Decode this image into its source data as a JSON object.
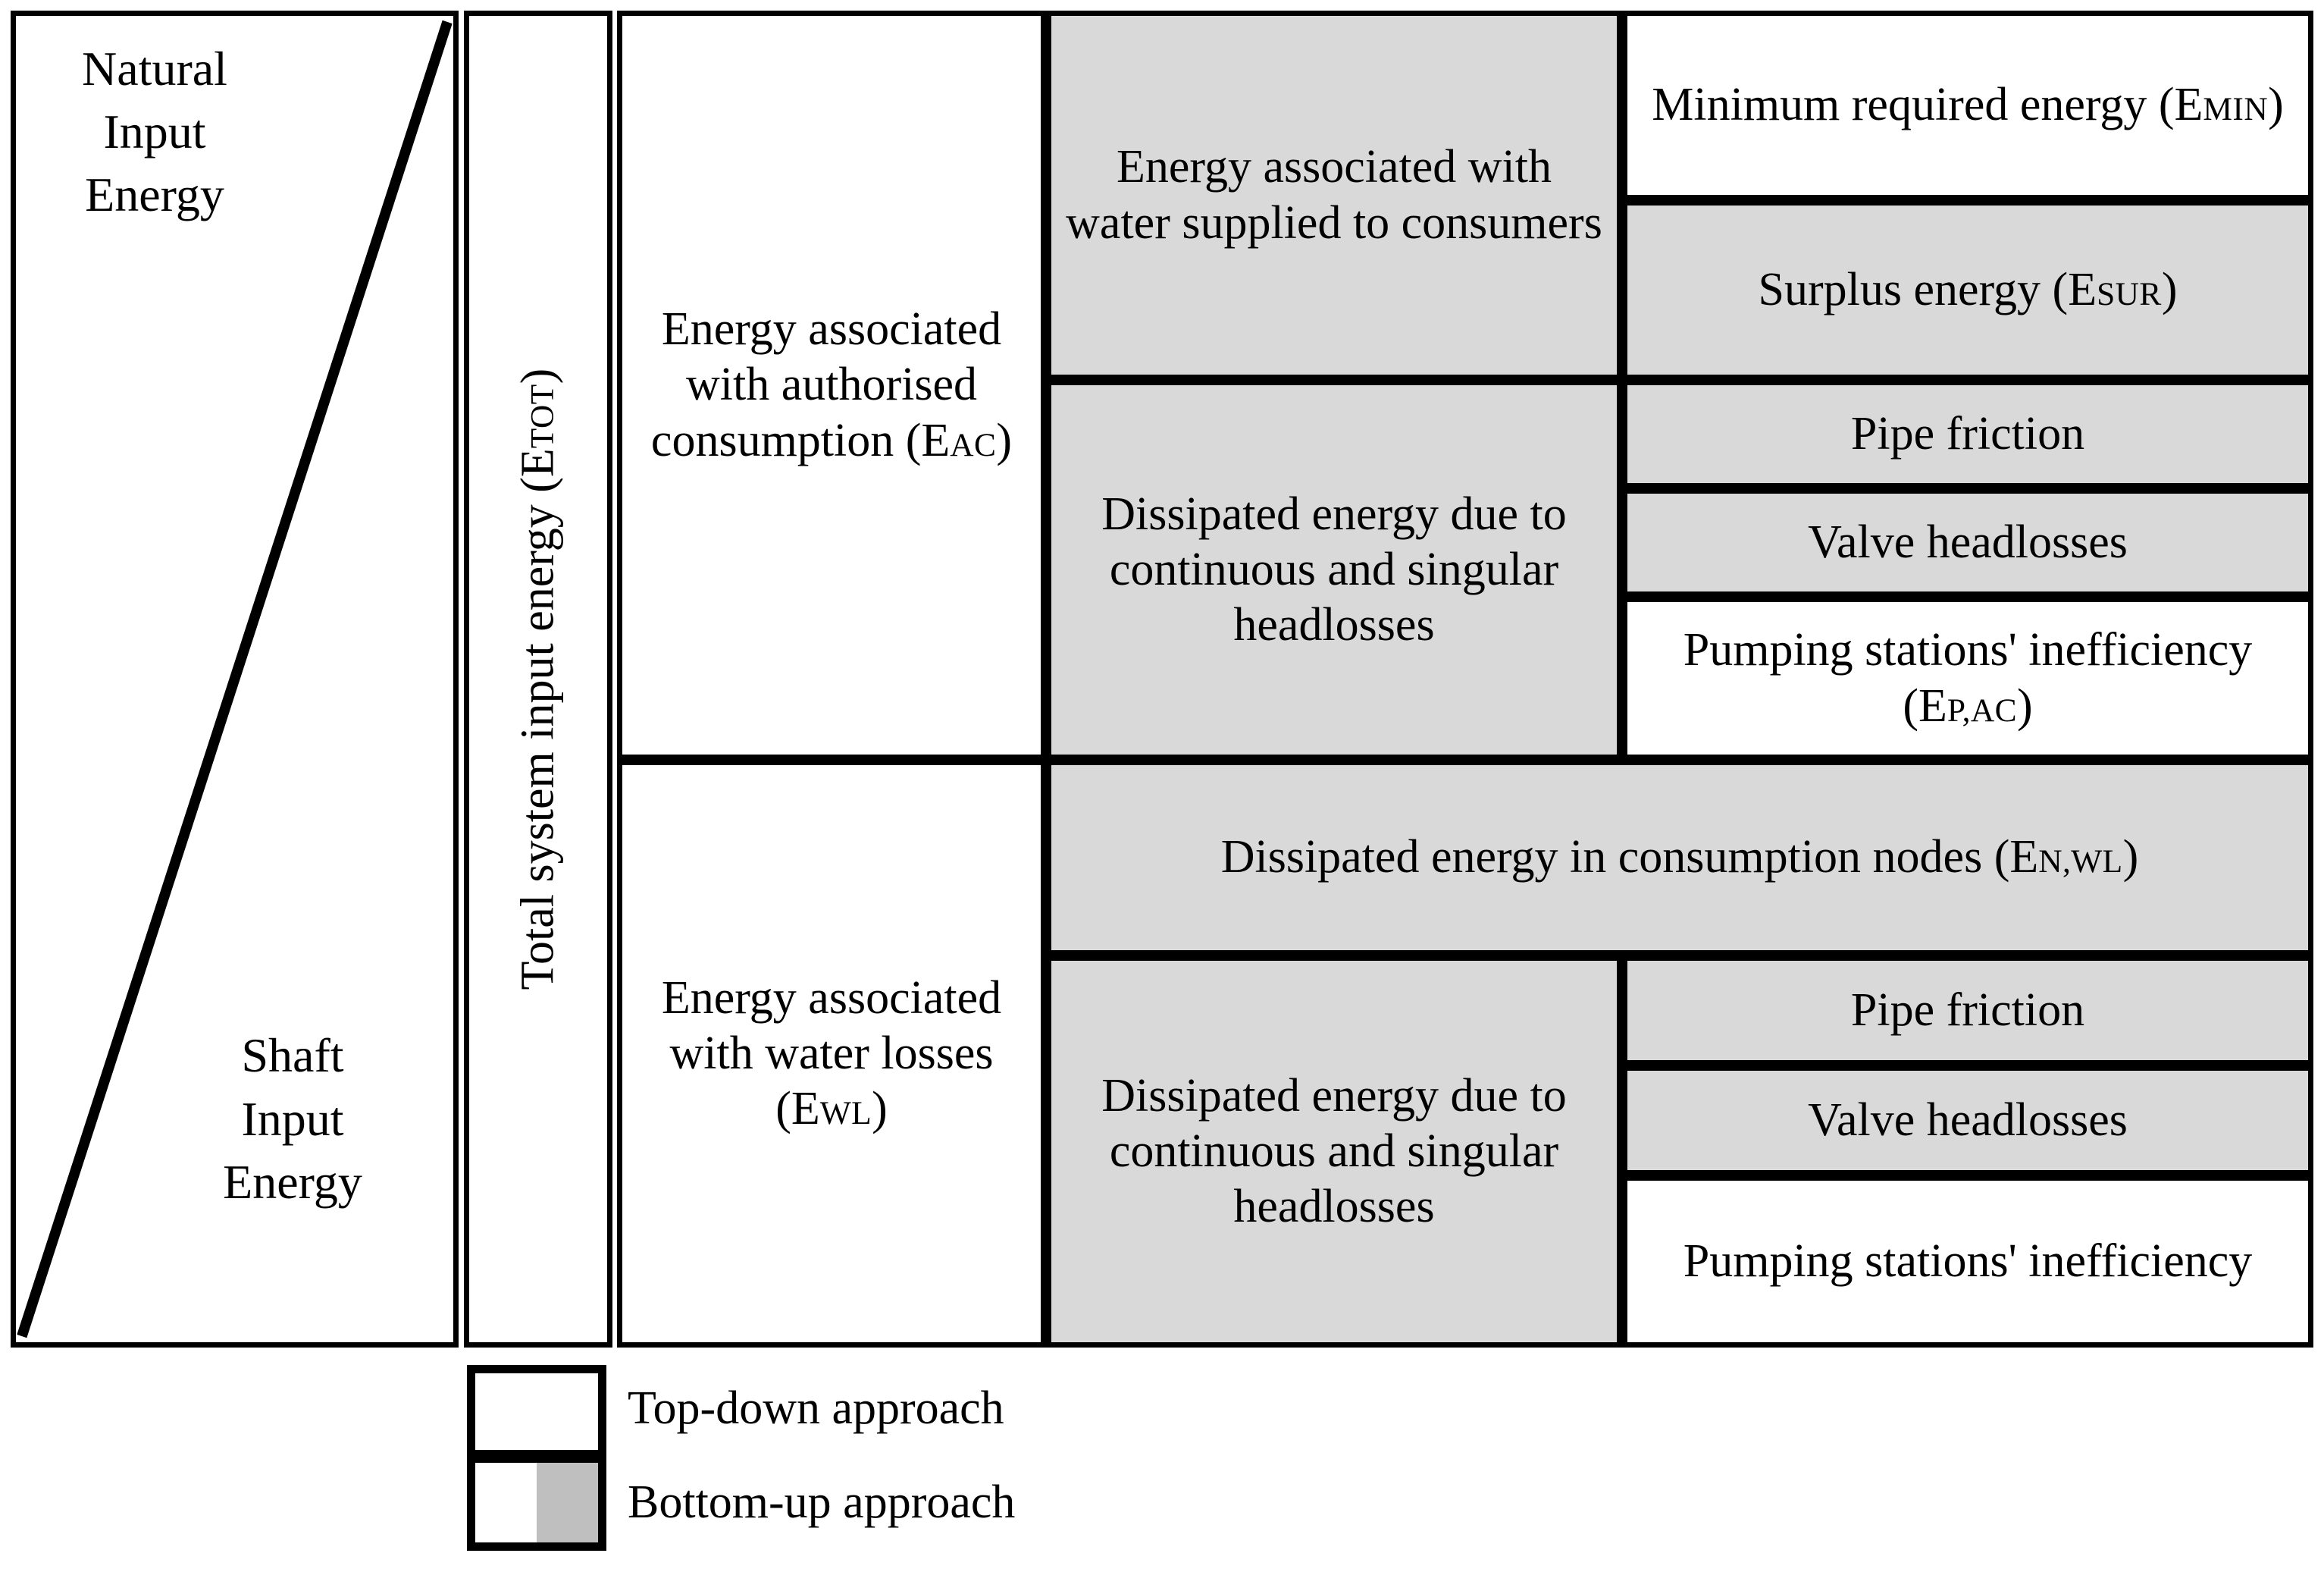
{
  "colors": {
    "bottom_up_fill": "#d9d9d9",
    "top_down_fill": "#ffffff",
    "line": "#000000"
  },
  "column1": {
    "natural_input_energy": "Natural\nInput\nEnergy",
    "natural_line1": "Natural",
    "natural_line2": "Input",
    "natural_line3": "Energy",
    "shaft_line1": "Shaft",
    "shaft_line2": "Input",
    "shaft_line3": "Energy"
  },
  "column2": {
    "label_main": "Total system input energy (E",
    "label_sub": "TOT",
    "label_tail": ")"
  },
  "column3": {
    "authorised_consumption_main": "Energy associated with authorised consumption (E",
    "authorised_consumption_sub": "AC",
    "authorised_consumption_tail": ")",
    "water_losses_main": "Energy associated with water losses (E",
    "water_losses_sub": "WL",
    "water_losses_tail": ")"
  },
  "column4": {
    "supplied_to_consumers": "Energy associated with water supplied to consumers",
    "dissipated_ac": "Dissipated energy due to continuous and singular headlosses",
    "dissipated_nodes_main": "Dissipated energy in consumption nodes (E",
    "dissipated_nodes_sub": "N,WL",
    "dissipated_nodes_tail": ")",
    "dissipated_wl": "Dissipated energy due to continuous and singular headlosses"
  },
  "column5": {
    "minimum_required_main": "Minimum required energy (E",
    "minimum_required_sub": "MIN",
    "minimum_required_tail": ")",
    "surplus_main": "Surplus energy (E",
    "surplus_sub": "SUR",
    "surplus_tail": ")",
    "pipe_friction_ac": "Pipe friction",
    "valve_headlosses_ac": "Valve headlosses",
    "pumping_ac_main": "Pumping stations' inefficiency (E",
    "pumping_ac_sub": "P,AC",
    "pumping_ac_tail": ")",
    "pipe_friction_wl": "Pipe friction",
    "valve_headlosses_wl": "Valve headlosses",
    "pumping_wl": "Pumping stations' inefficiency"
  },
  "legend": {
    "top_down": "Top-down approach",
    "bottom_up": "Bottom-up approach"
  }
}
